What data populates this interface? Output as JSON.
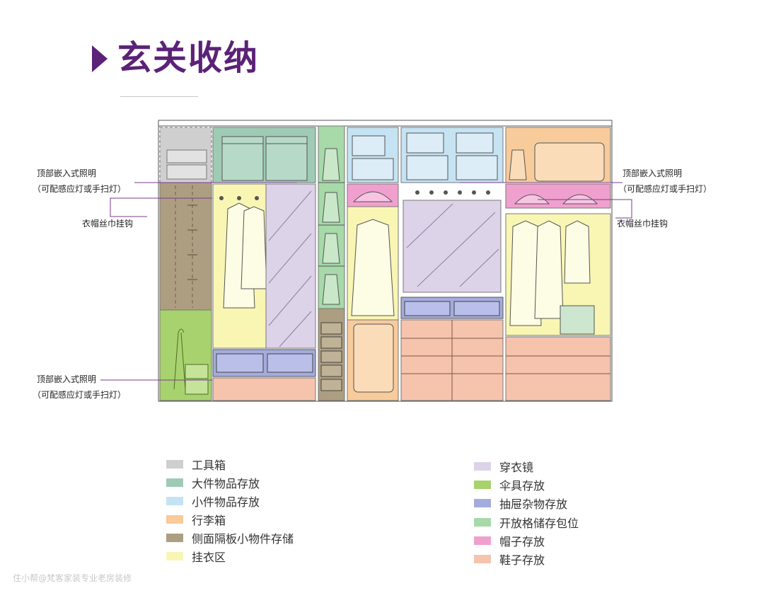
{
  "title": "玄关收纳",
  "callouts": {
    "top_left": {
      "line1": "顶部嵌入式照明",
      "line2": "（可配感应灯或手扫灯）"
    },
    "hook_left": "衣帽丝巾挂钩",
    "top_right": {
      "line1": "顶部嵌入式照明",
      "line2": "（可配感应灯或手扫灯）"
    },
    "hook_right": "衣帽丝巾挂钩",
    "bottom_left": {
      "line1": "顶部嵌入式照明",
      "line2": "（可配感应灯或手扫灯）"
    }
  },
  "legend": [
    {
      "label": "工具箱",
      "color": "#cfcfcf"
    },
    {
      "label": "大件物品存放",
      "color": "#9fcbb5"
    },
    {
      "label": "小件物品存放",
      "color": "#c5e3f3"
    },
    {
      "label": "行李箱",
      "color": "#f8cb9b"
    },
    {
      "label": "侧面隔板小物件存储",
      "color": "#ad9e81"
    },
    {
      "label": "挂衣区",
      "color": "#f9f6b4"
    },
    {
      "label": "穿衣镜",
      "color": "#ddd3e8"
    },
    {
      "label": "伞具存放",
      "color": "#a8d26d"
    },
    {
      "label": "抽屉杂物存放",
      "color": "#a4acde"
    },
    {
      "label": "开放格储存包位",
      "color": "#a7d9a9"
    },
    {
      "label": "帽子存放",
      "color": "#f0a0ce"
    },
    {
      "label": "鞋子存放",
      "color": "#f6c3ad"
    }
  ],
  "watermark": "住小帮@梵客家装专业老房装修"
}
